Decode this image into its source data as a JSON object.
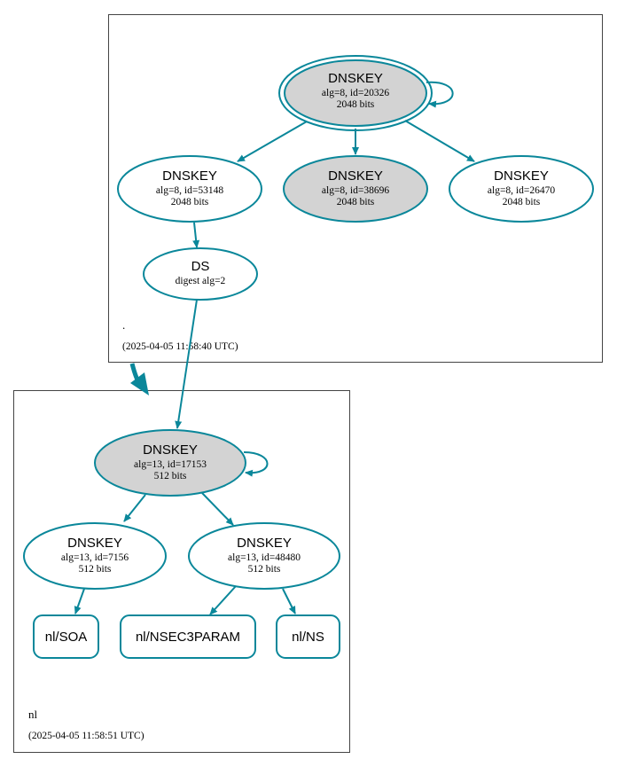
{
  "colors": {
    "edge": "#0a879a",
    "node_border": "#0a879a",
    "node_fill_gray": "#d3d3d3",
    "node_fill_white": "#ffffff",
    "zone_border": "#444444"
  },
  "zones": {
    "root": {
      "name": ".",
      "timestamp": "(2025-04-05 11:58:40 UTC)"
    },
    "nl": {
      "name": "nl",
      "timestamp": "(2025-04-05 11:58:51 UTC)"
    }
  },
  "nodes": {
    "root_ksk": {
      "type": "DNSKEY",
      "line1": "alg=8, id=20326",
      "line2": "2048 bits"
    },
    "root_zsk_53148": {
      "type": "DNSKEY",
      "line1": "alg=8, id=53148",
      "line2": "2048 bits"
    },
    "root_key_38696": {
      "type": "DNSKEY",
      "line1": "alg=8, id=38696",
      "line2": "2048 bits"
    },
    "root_zsk_26470": {
      "type": "DNSKEY",
      "line1": "alg=8, id=26470",
      "line2": "2048 bits"
    },
    "nl_ds": {
      "type": "DS",
      "line1": "digest alg=2"
    },
    "nl_ksk": {
      "type": "DNSKEY",
      "line1": "alg=13, id=17153",
      "line2": "512 bits"
    },
    "nl_zsk_7156": {
      "type": "DNSKEY",
      "line1": "alg=13, id=7156",
      "line2": "512 bits"
    },
    "nl_zsk_48480": {
      "type": "DNSKEY",
      "line1": "alg=13, id=48480",
      "line2": "512 bits"
    }
  },
  "rrsets": {
    "soa": "nl/SOA",
    "nsec3param": "nl/NSEC3PARAM",
    "ns": "nl/NS"
  }
}
